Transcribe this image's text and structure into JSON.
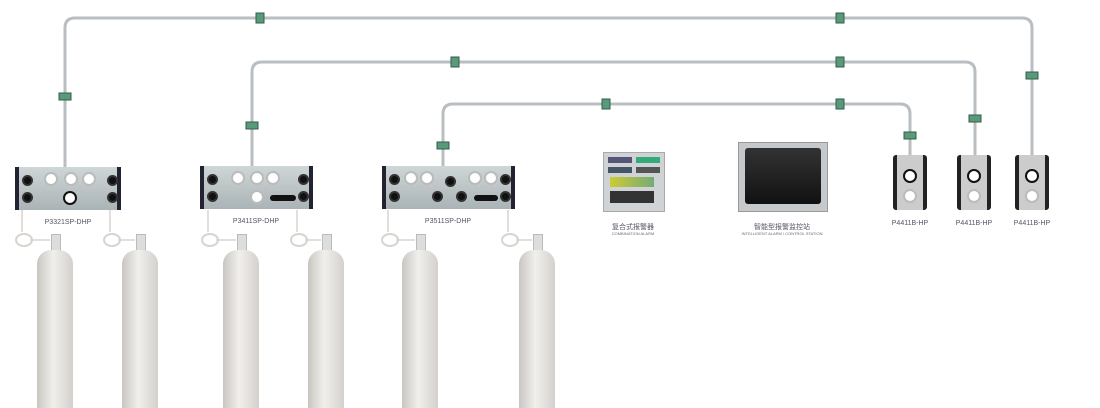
{
  "panels": [
    {
      "model": "P3321SP-DHP"
    },
    {
      "model": "P3411SP-DHP"
    },
    {
      "model": "P3511SP-DHP"
    }
  ],
  "alarm": {
    "title_cn": "复合式报警器",
    "title_en": "COMBINATION ALARM"
  },
  "station": {
    "title_cn": "智能型报警监控站",
    "title_en": "INTELLIGENT ALARM / CONTROL STATION"
  },
  "point_of_use": [
    {
      "model": "P4411B-HP"
    },
    {
      "model": "P4411B-HP"
    },
    {
      "model": "P4411B-HP"
    }
  ],
  "colors": {
    "pipe": "#b9bec2",
    "coupling": "#5a9a7a",
    "cylinder": "#e6e3df"
  }
}
